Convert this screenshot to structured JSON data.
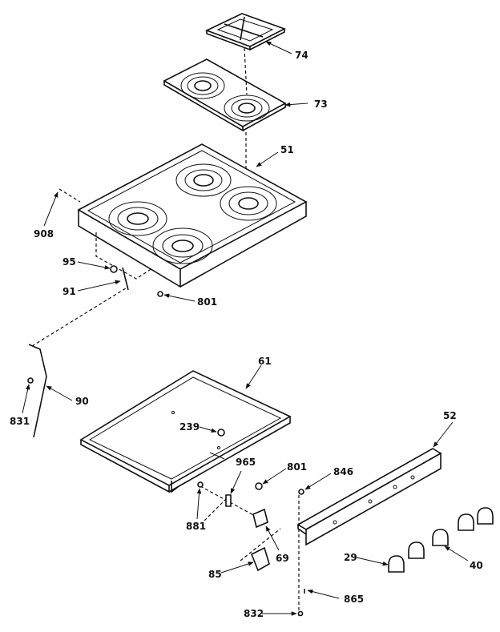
{
  "diagram": {
    "labels": {
      "p74": "74",
      "p73": "73",
      "p51": "51",
      "p908": "908",
      "p95": "95",
      "p91": "91",
      "p801a": "801",
      "p61": "61",
      "p90": "90",
      "p831": "831",
      "p239": "239",
      "p965": "965",
      "p801b": "801",
      "p846": "846",
      "p52": "52",
      "p881": "881",
      "p69": "69",
      "p85": "85",
      "p29": "29",
      "p40": "40",
      "p865": "865",
      "p832": "832"
    }
  }
}
